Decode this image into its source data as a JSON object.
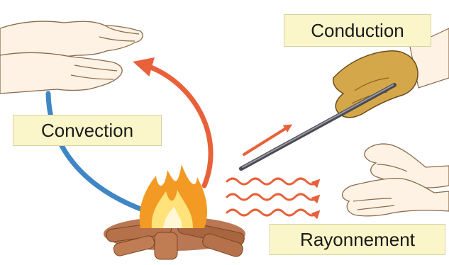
{
  "labels": {
    "conduction": "Conduction",
    "convection": "Convection",
    "rayonnement": "Rayonnement"
  },
  "colors": {
    "convection_hot_arrow": "#e8613a",
    "convection_cool_arrow": "#3f86c4",
    "conduction_arrow": "#e8613a",
    "radiation_waves": "#e8613a",
    "label_background": "#fbf6c9",
    "skin": "#fdf2e4",
    "glove": "#d4a84a",
    "flame_outer": "#f39a25",
    "flame_inner": "#ffe27a",
    "wood": "#b5714a"
  },
  "icons": [
    "hands-above-fire-icon",
    "gloved-hand-holding-rod-icon",
    "metal-rod-icon",
    "hands-warming-icon",
    "campfire-icon"
  ]
}
